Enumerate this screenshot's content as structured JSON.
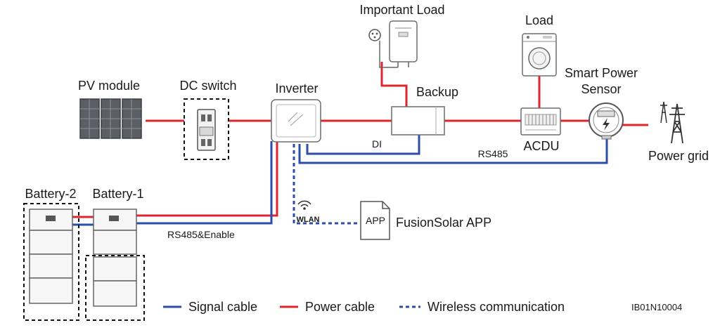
{
  "labels": {
    "pv_module": "PV module",
    "dc_switch": "DC switch",
    "inverter": "Inverter",
    "important_load": "Important Load",
    "load": "Load",
    "backup": "Backup",
    "smart_power_sensor_line1": "Smart Power",
    "smart_power_sensor_line2": "Sensor",
    "acdu": "ACDU",
    "power_grid": "Power grid",
    "di": "DI",
    "rs485": "RS485",
    "rs485_enable": "RS485&Enable",
    "wlan": "WLAN",
    "app_icon": "APP",
    "fusionsolar_app": "FusionSolar APP",
    "battery_2": "Battery-2",
    "battery_1": "Battery-1"
  },
  "legend": {
    "signal_cable": "Signal cable",
    "power_cable": "Power cable",
    "wireless": "Wireless communication"
  },
  "figure_code": "IB01N10004",
  "colors": {
    "power_cable": "#e0242e",
    "signal_cable": "#2b4ea8"
  },
  "icons": {
    "pv_module": "solar-panel-icon",
    "dc_switch": "dc-switch-icon",
    "inverter": "inverter-icon",
    "important_load": "water-heater-icon",
    "load": "washing-machine-icon",
    "backup": "backup-box-icon",
    "acdu": "distribution-unit-icon",
    "smart_power_sensor": "power-meter-icon",
    "power_grid": "transmission-tower-icon",
    "app": "app-document-icon",
    "wlan": "wifi-icon",
    "battery": "battery-pack-icon"
  }
}
